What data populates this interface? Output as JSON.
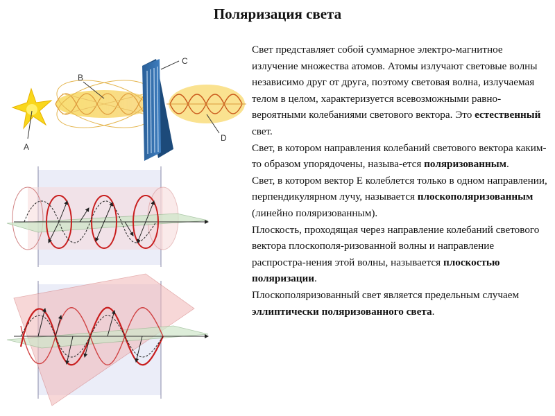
{
  "title": "Поляризация света",
  "figure_labels": {
    "a": "A",
    "b": "B",
    "c": "C",
    "d": "D"
  },
  "paragraphs": [
    {
      "t1": "Свет представляет собой суммарное электро-магнитное излучение множества атомов. Атомы излучают световые волны независимо друг от друга, поэтому световая волна, излучаемая телом в целом, характеризуется всевозможными равно-вероятными колебаниями светового вектора. Это ",
      "b1": "естественный",
      "t2": " свет."
    },
    {
      "t1": "Свет, в котором направления колебаний светового вектора каким-то образом упорядочены, называ-ется ",
      "b1": "поляризованным",
      "t2": "."
    },
    {
      "t1": "Свет, в котором вектор Е колеблется только в одном направлении, перпендикулярном лучу, называется ",
      "b1": "плоскополяризованным",
      "t2": " (линейно поляризованным)."
    },
    {
      "t1": "Плоскость, проходящая через направление колебаний светового вектора плоскополя-ризованной волны и направление распростра-нения этой волны, называется ",
      "b1": "плоскостью поляризации",
      "t2": "."
    },
    {
      "t1": "Плоскополяризованный свет является предельным случаем ",
      "b1": "эллиптически поляризованного света",
      "t2": "."
    }
  ]
}
